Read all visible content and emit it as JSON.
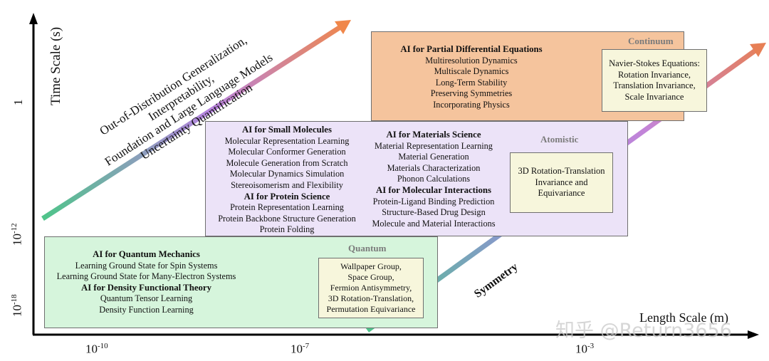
{
  "axes": {
    "y_label": "Time Scale (s)",
    "x_label": "Length Scale (m)",
    "y_ticks": [
      {
        "base": "1",
        "exp": ""
      },
      {
        "base": "10",
        "exp": "-12"
      },
      {
        "base": "10",
        "exp": "-18"
      }
    ],
    "x_ticks": [
      {
        "base": "10",
        "exp": "-10"
      },
      {
        "base": "10",
        "exp": "-7"
      },
      {
        "base": "10",
        "exp": "-3"
      }
    ]
  },
  "challenges_arrow": {
    "lines": [
      "Out-of-Distribution Generalization,",
      "Interpretability,",
      "Foundation and Large Language Models",
      "Uncertainty Quantification"
    ],
    "colors": [
      "#4fc48a",
      "#b783e0",
      "#f0874a"
    ]
  },
  "symmetry_arrow": {
    "label": "Symmetry",
    "colors": [
      "#4fc48a",
      "#9a8ae0",
      "#e77f55"
    ]
  },
  "regions": {
    "continuum": {
      "title": "Continuum",
      "color": "#f5c49d",
      "heading": "AI for Partial Differential Equations",
      "items": [
        "Multiresolution Dynamics",
        "Multiscale Dynamics",
        "Long-Term Stability",
        "Preserving Symmetries",
        "Incorporating Physics"
      ],
      "symmetry_box": [
        "Navier-Stokes Equations:",
        "Rotation Invariance,",
        "Translation Invariance,",
        "Scale Invariance"
      ]
    },
    "atomistic": {
      "title": "Atomistic",
      "color": "#ece3f8",
      "left": {
        "heading1": "AI for Small Molecules",
        "items1": [
          "Molecular Representation Learning",
          "Molecular Conformer Generation",
          "Molecule Generation from Scratch",
          "Molecular Dynamics Simulation",
          "Stereoisomerism and Flexibility"
        ],
        "heading2": "AI for Protein Science",
        "items2": [
          "Protein Representation Learning",
          "Protein Backbone Structure Generation",
          "Protein Folding"
        ]
      },
      "right": {
        "heading1": "AI for Materials Science",
        "items1": [
          "Material Representation Learning",
          "Material Generation",
          "Materials Characterization",
          "Phonon Calculations"
        ],
        "heading2": "AI for Molecular Interactions",
        "items2": [
          "Protein-Ligand Binding Prediction",
          "Structure-Based Drug Design",
          "Molecule and Material Interactions"
        ]
      },
      "symmetry_box": [
        "3D Rotation-Translation",
        "Invariance and",
        "Equivariance"
      ]
    },
    "quantum": {
      "title": "Quantum",
      "color": "#d6f5dc",
      "heading1": "AI for Quantum Mechanics",
      "items1": [
        "Learning Ground State for Spin Systems",
        "Learning Ground State for Many-Electron Systems"
      ],
      "heading2": "AI for Density Functional Theory",
      "items2": [
        "Quantum Tensor Learning",
        "Density Function Learning"
      ],
      "symmetry_box": [
        "Wallpaper Group,",
        "Space Group,",
        "Fermion Antisymmetry,",
        "3D Rotation-Translation,",
        "Permutation Equivariance"
      ]
    }
  },
  "watermark": "知乎 @Return3656"
}
